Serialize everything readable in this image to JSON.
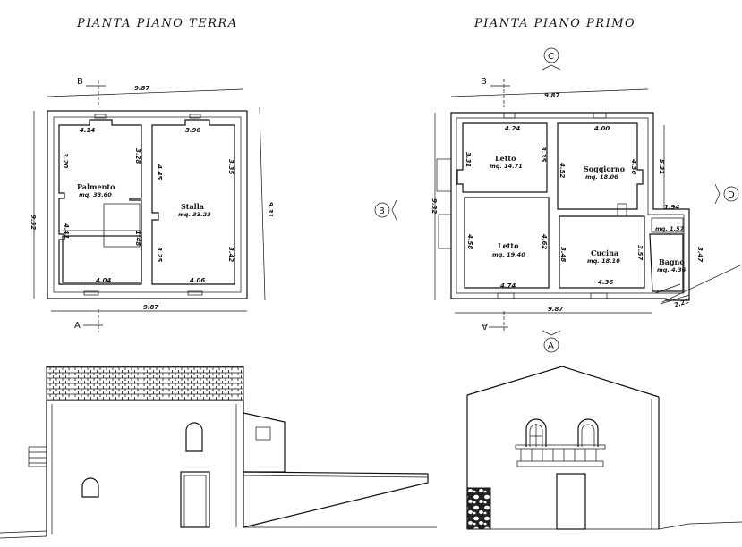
{
  "titles": {
    "ground_floor": "PIANTA  PIANO  TERRA",
    "first_floor": "PIANTA  PIANO  PRIMO"
  },
  "ground_floor": {
    "section_markers": {
      "top": "B",
      "bottom": "A"
    },
    "overall_width_top": "9.87",
    "overall_width_bottom": "9.87",
    "overall_depth_left": "9.32",
    "overall_depth_right": "9.31",
    "rooms": [
      {
        "name": "Palmento",
        "area": "mq. 33.60"
      },
      {
        "name": "Stalla",
        "area": "mq. 33.23"
      }
    ],
    "dims": [
      "4.14",
      "3.96",
      "3.20",
      "3.28",
      "4.45",
      "3.35",
      "4.41",
      "1.48",
      "3.25",
      "3.42",
      "4.04",
      "4.06"
    ]
  },
  "first_floor": {
    "section_markers": {
      "top": "B",
      "bottom": "A"
    },
    "view_markers": {
      "north": "C",
      "south": "A",
      "west": "B",
      "east": "D"
    },
    "overall_width_top": "9.87",
    "overall_width_bottom": "9.87",
    "overall_depth_left": "9.32",
    "overall_depth_right": "5.31",
    "rooms": [
      {
        "name": "Letto",
        "area": "mq. 14.71"
      },
      {
        "name": "Soggiorno",
        "area": "mq. 18.06"
      },
      {
        "name": "Letto",
        "area": "mq. 19.40"
      },
      {
        "name": "Cucina",
        "area": "mq. 18.10"
      },
      {
        "name": "Bagno",
        "area": "mq. 4.36"
      }
    ],
    "extra_areas": [
      "mq. 1.57"
    ],
    "dims": [
      "4.24",
      "4.00",
      "3.31",
      "3.35",
      "4.52",
      "4.36",
      "4.58",
      "4.62",
      "3.48",
      "3.57",
      "4.74",
      "4.36",
      "1.94",
      "3.47",
      "2.21"
    ]
  }
}
